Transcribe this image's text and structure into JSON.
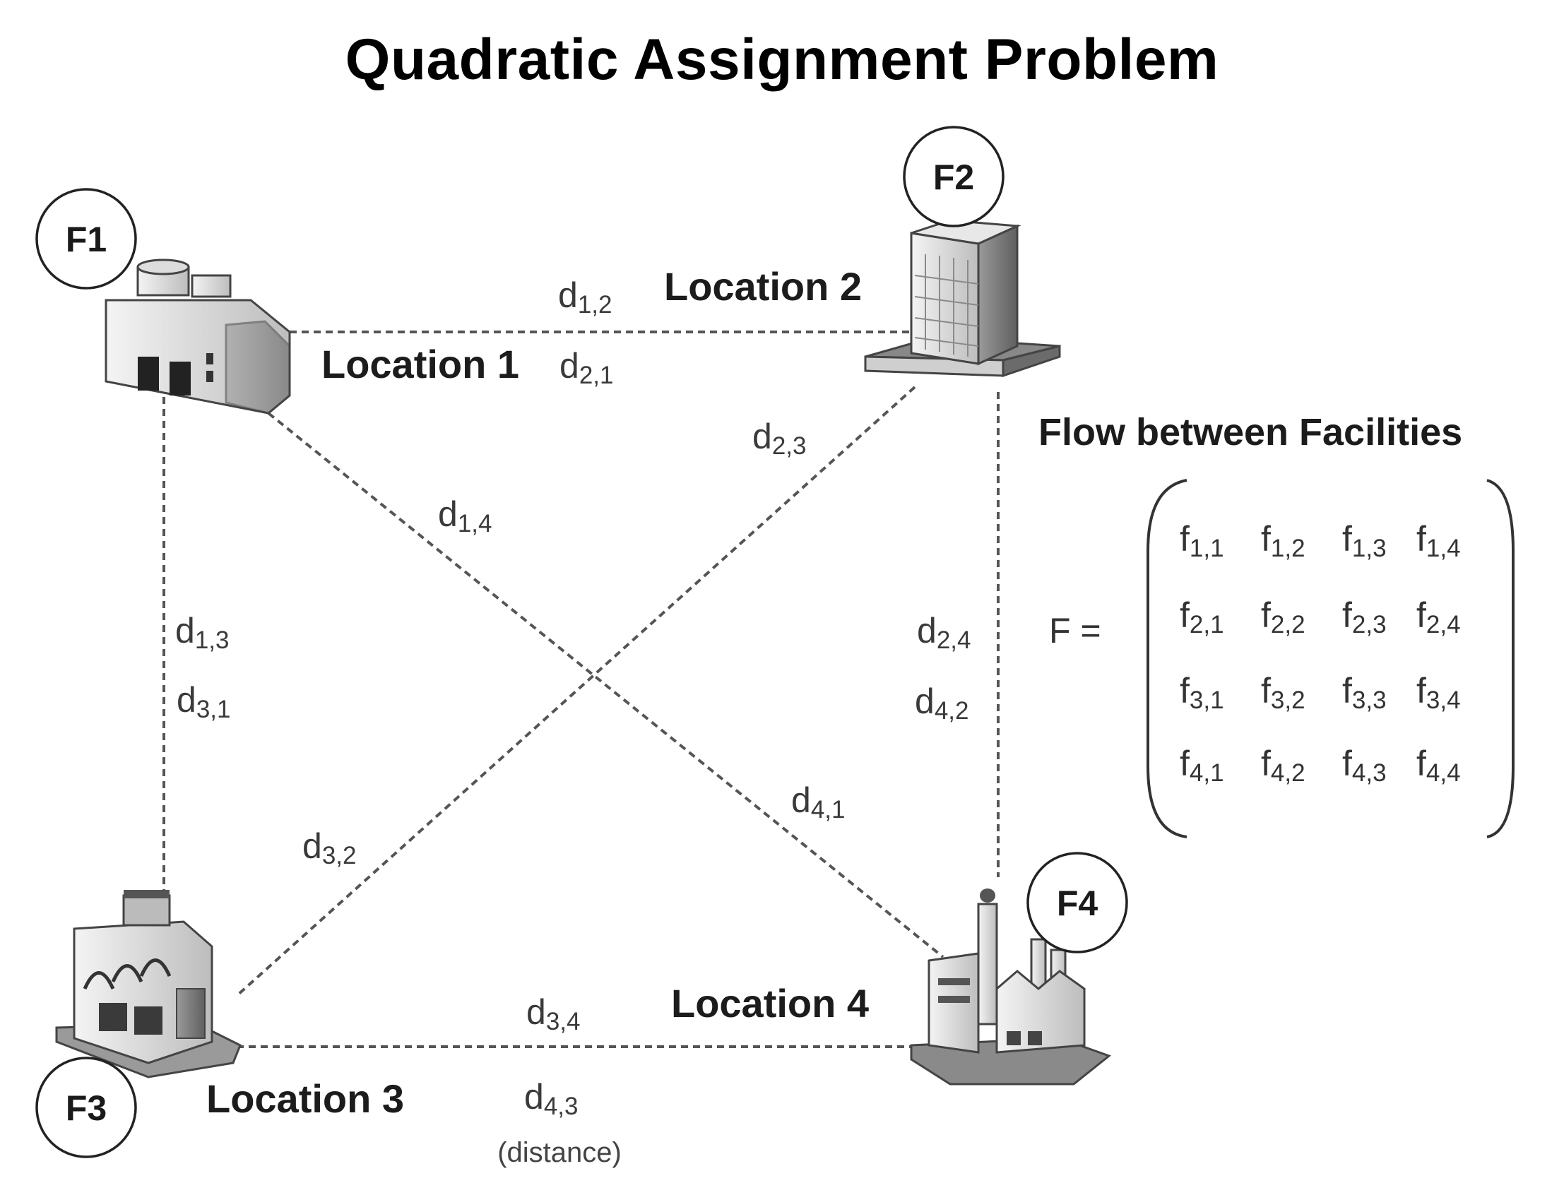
{
  "title": "Quadratic Assignment Problem",
  "facilities": [
    {
      "id": "F1",
      "label": "F1",
      "icon": "factory-icon"
    },
    {
      "id": "F2",
      "label": "F2",
      "icon": "office-tower-icon"
    },
    {
      "id": "F3",
      "label": "F3",
      "icon": "plant-building-icon"
    },
    {
      "id": "F4",
      "label": "F4",
      "icon": "industrial-plant-icon"
    }
  ],
  "locations": {
    "l1": "Location 1",
    "l2": "Location 2",
    "l3": "Location 3",
    "l4": "Location 4"
  },
  "distances": {
    "d12": {
      "base": "d",
      "sub": "1,2"
    },
    "d21": {
      "base": "d",
      "sub": "2,1"
    },
    "d13": {
      "base": "d",
      "sub": "1,3"
    },
    "d31": {
      "base": "d",
      "sub": "3,1"
    },
    "d14": {
      "base": "d",
      "sub": "1,4"
    },
    "d41": {
      "base": "d",
      "sub": "4,1"
    },
    "d23": {
      "base": "d",
      "sub": "2,3"
    },
    "d32": {
      "base": "d",
      "sub": "3,2"
    },
    "d24": {
      "base": "d",
      "sub": "2,4"
    },
    "d42": {
      "base": "d",
      "sub": "4,2"
    },
    "d34": {
      "base": "d",
      "sub": "3,4"
    },
    "d43": {
      "base": "d",
      "sub": "4,3"
    }
  },
  "distance_note": "(distance)",
  "flow": {
    "heading": "Flow between Facilities",
    "symbol": "F =",
    "base": "f",
    "matrix": [
      [
        "1,1",
        "1,2",
        "1,3",
        "1,4"
      ],
      [
        "2,1",
        "2,2",
        "2,3",
        "2,4"
      ],
      [
        "3,1",
        "3,2",
        "3,3",
        "3,4"
      ],
      [
        "4,1",
        "4,2",
        "4,3",
        "4,4"
      ]
    ]
  }
}
